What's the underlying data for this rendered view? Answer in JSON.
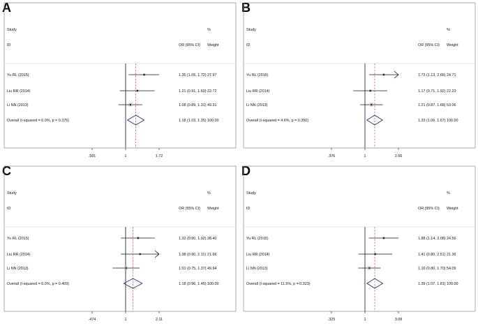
{
  "chart_data": [
    {
      "type": "forest",
      "panel_label": "A",
      "column_headers": {
        "study": "Study",
        "id": "ID",
        "or_ci": "OR (95% CI)",
        "pct": "%",
        "weight": "Weight"
      },
      "xlim": [
        0.581,
        1.72
      ],
      "x_scale": "log",
      "x_ticks": [
        {
          "value": 0.581,
          "label": ".581"
        },
        {
          "value": 1,
          "label": "1"
        },
        {
          "value": 1.72,
          "label": "1.72"
        }
      ],
      "studies": [
        {
          "name": "Yu RL (2015)",
          "or": 1.35,
          "lower": 1.05,
          "upper": 1.72,
          "ci_text": "1.35 (1.05, 1.72)",
          "weight": 27.97,
          "weight_text": "27.97"
        },
        {
          "name": "Liu RR (2014)",
          "or": 1.21,
          "lower": 0.91,
          "upper": 1.6,
          "ci_text": "1.21 (0.91, 1.60)",
          "weight": 22.72,
          "weight_text": "22.72"
        },
        {
          "name": "Li NN (2013)",
          "or": 1.08,
          "lower": 0.89,
          "upper": 1.31,
          "ci_text": "1.08 (0.89, 1.31)",
          "weight": 49.31,
          "weight_text": "49.31"
        }
      ],
      "overall": {
        "label": "Overall  (I-squared = 0.0%, p = 0.376)",
        "or": 1.18,
        "lower": 1.03,
        "upper": 1.35,
        "ci_text": "1.18 (1.03, 1.35)",
        "weight_text": "100.00"
      }
    },
    {
      "type": "forest",
      "panel_label": "B",
      "column_headers": {
        "study": "Study",
        "id": "ID",
        "or_ci": "OR (95% CI)",
        "pct": "%",
        "weight": "Weight"
      },
      "xlim": [
        0.376,
        2.66
      ],
      "x_scale": "log",
      "x_ticks": [
        {
          "value": 0.376,
          "label": ".376"
        },
        {
          "value": 1,
          "label": "1"
        },
        {
          "value": 2.66,
          "label": "2.66"
        }
      ],
      "studies": [
        {
          "name": "Yu RL (2015)",
          "or": 1.73,
          "lower": 1.13,
          "upper": 2.66,
          "ci_text": "1.73 (1.13, 2.66)",
          "weight": 24.71,
          "weight_text": "24.71",
          "arrow_right": true
        },
        {
          "name": "Liu RR (2014)",
          "or": 1.17,
          "lower": 0.71,
          "upper": 1.92,
          "ci_text": "1.17 (0.71, 1.92)",
          "weight": 22.23,
          "weight_text": "22.23"
        },
        {
          "name": "Li NN (2013)",
          "or": 1.21,
          "lower": 0.87,
          "upper": 1.68,
          "ci_text": "1.21 (0.87, 1.68)",
          "weight": 53.06,
          "weight_text": "53.06"
        }
      ],
      "overall": {
        "label": "Overall  (I-squared = 4.6%, p = 0.350)",
        "or": 1.33,
        "lower": 1.06,
        "upper": 1.67,
        "ci_text": "1.33 (1.06, 1.67)",
        "weight_text": "100.00"
      }
    },
    {
      "type": "forest",
      "panel_label": "C",
      "column_headers": {
        "study": "Study",
        "id": "ID",
        "or_ci": "OR (95% CI)",
        "pct": "%",
        "weight": "Weight"
      },
      "xlim": [
        0.474,
        2.11
      ],
      "x_scale": "log",
      "x_ticks": [
        {
          "value": 0.474,
          "label": ".474"
        },
        {
          "value": 1,
          "label": "1"
        },
        {
          "value": 2.11,
          "label": "2.11"
        }
      ],
      "studies": [
        {
          "name": "Yu RL (2015)",
          "or": 1.32,
          "lower": 0.9,
          "upper": 1.92,
          "ci_text": "1.32 (0.90, 1.92)",
          "weight": 28.4,
          "weight_text": "28.40"
        },
        {
          "name": "Liu RR (2014)",
          "or": 1.38,
          "lower": 0.9,
          "upper": 2.11,
          "ci_text": "1.38 (0.90, 2.11)",
          "weight": 21.66,
          "weight_text": "21.66",
          "arrow_right": true
        },
        {
          "name": "Li NN (2013)",
          "or": 1.01,
          "lower": 0.75,
          "upper": 1.37,
          "ci_text": "1.01 (0.75, 1.37)",
          "weight": 49.94,
          "weight_text": "49.94"
        }
      ],
      "overall": {
        "label": "Overall  (I-squared = 0.0%, p = 0.409)",
        "or": 1.18,
        "lower": 0.96,
        "upper": 1.45,
        "ci_text": "1.18 (0.96, 1.45)",
        "weight_text": "100.00"
      }
    },
    {
      "type": "forest",
      "panel_label": "D",
      "column_headers": {
        "study": "Study",
        "id": "ID",
        "or_ci": "OR (95% CI)",
        "pct": "%",
        "weight": "Weight"
      },
      "xlim": [
        0.325,
        3.08
      ],
      "x_scale": "log",
      "x_ticks": [
        {
          "value": 0.325,
          "label": ".325"
        },
        {
          "value": 1,
          "label": "1"
        },
        {
          "value": 3.08,
          "label": "3.08"
        }
      ],
      "studies": [
        {
          "name": "Yu RL (2015)",
          "or": 1.88,
          "lower": 1.14,
          "upper": 3.08,
          "ci_text": "1.88 (1.14, 3.08)",
          "weight": 24.56,
          "weight_text": "24.56"
        },
        {
          "name": "Liu RR (2014)",
          "or": 1.41,
          "lower": 0.8,
          "upper": 2.51,
          "ci_text": "1.41 (0.80, 2.51)",
          "weight": 21.36,
          "weight_text": "21.36"
        },
        {
          "name": "Li NN (2013)",
          "or": 1.16,
          "lower": 0.8,
          "upper": 1.7,
          "ci_text": "1.16 (0.80, 1.70)",
          "weight": 54.09,
          "weight_text": "54.09"
        }
      ],
      "overall": {
        "label": "Overall  (I-squared = 11.5%, p = 0.323)",
        "or": 1.39,
        "lower": 1.07,
        "upper": 1.81,
        "ci_text": "1.39 (1.07, 1.81)",
        "weight_text": "100.00"
      }
    }
  ],
  "colors": {
    "ink": "#111111",
    "diamond": "#1f2f7a",
    "overall_line": "#b03040",
    "frame": "#8a8a8a"
  }
}
